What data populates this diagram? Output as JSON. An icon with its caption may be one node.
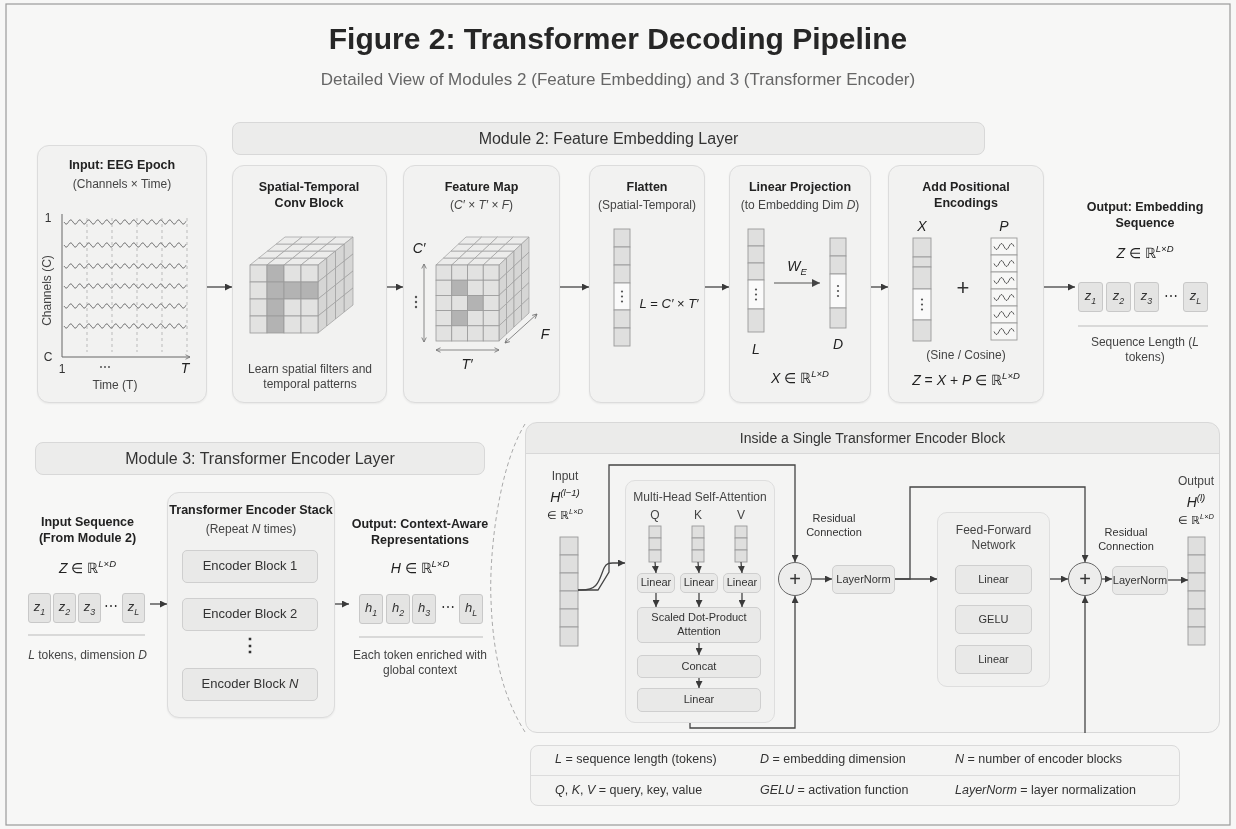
{
  "diagram": {
    "title": "Figure 2: Transformer Decoding Pipeline",
    "caption": "Detailed View of Modules 2 (Feature Embedding) and 3 (Transformer Encoder)",
    "nodes": [
      {
        "text": [
          "Module 2: Feature Embedding Layer"
        ]
      },
      {
        "text": [
          "Input: EEG Epoch",
          "(Channels × Time)",
          "Channels (C)",
          "1",
          "C",
          "1",
          "⋯",
          "T",
          "Time (T)"
        ]
      },
      {
        "text": [
          "Spatial-Temporal Conv Block",
          "Learn spatial filters and temporal patterns"
        ]
      },
      {
        "text": [
          "Feature Map",
          "(*C′* × *T′* × *F*)",
          "C′",
          "T′",
          "F"
        ]
      },
      {
        "text": [
          "Flatten",
          "(Spatial-Temporal)",
          "*L* = *C′* × *T′*"
        ]
      },
      {
        "text": [
          "Linear Projection",
          "(to Embedding Dim *D*)",
          "*W*$_{E}$",
          "L",
          "D",
          "*X* ∈ ℝ$^{L×D}$"
        ]
      },
      {
        "text": [
          "Add Positional Encodings",
          "X",
          "P",
          "+",
          "(Sine / Cosine)",
          "*Z* = *X* + *P* ∈ ℝ$^{L×D}$"
        ]
      },
      {
        "text": [
          "Output: Embedding Sequence",
          "*Z* ∈ ℝ$^{L×D}$",
          "Sequence Length (*L* tokens)"
        ]
      },
      {
        "text": [
          "*z*$_{1}$"
        ]
      },
      {
        "text": [
          "*z*$_{2}$"
        ]
      },
      {
        "text": [
          "*z*$_{3}$"
        ]
      },
      {
        "text": [
          "*z*$_{L}$"
        ]
      },
      {
        "text": [
          "Module 3: Transformer Encoder Layer"
        ]
      },
      {
        "text": [
          "Input Sequence (From Module 2)",
          "*Z* ∈ ℝ$^{L×D}$",
          "*L* tokens, dimension *D*"
        ]
      },
      {
        "text": [
          "*z*$_{1}$"
        ]
      },
      {
        "text": [
          "*z*$_{2}$"
        ]
      },
      {
        "text": [
          "*z*$_{3}$"
        ]
      },
      {
        "text": [
          "*z*$_{L}$"
        ]
      },
      {
        "text": [
          "Transformer Encoder Stack",
          "(Repeat *N* times)"
        ]
      },
      {
        "text": [
          "Encoder Block 1"
        ],
        "in": 18
      },
      {
        "text": [
          "Encoder Block 2"
        ],
        "in": 18
      },
      {
        "text": [
          "Encoder Block *N*"
        ],
        "in": 18
      },
      {
        "text": [
          "Output: Context-Aware Representations",
          "*H* ∈ ℝ$^{L×D}$",
          "Each token enriched with global context"
        ]
      },
      {
        "text": [
          "*h*$_{1}$"
        ]
      },
      {
        "text": [
          "*h*$_{2}$"
        ]
      },
      {
        "text": [
          "*h*$_{3}$"
        ]
      },
      {
        "text": [
          "*h*$_{L}$"
        ]
      },
      {
        "text": [
          "Inside a Single Transformer Encoder Block"
        ]
      },
      {
        "text": [
          "Input",
          "*H*$^{(l−1)}$",
          "∈ ℝ$^{L×D}$"
        ],
        "in": 27
      },
      {
        "text": [
          "Multi-Head Self-Attention"
        ],
        "in": 27
      },
      {
        "text": [
          "Q"
        ],
        "in": 29
      },
      {
        "text": [
          "K"
        ],
        "in": 29
      },
      {
        "text": [
          "V"
        ],
        "in": 29
      },
      {
        "text": [
          "Linear"
        ],
        "in": 29
      },
      {
        "text": [
          "Linear"
        ],
        "in": 29
      },
      {
        "text": [
          "Linear"
        ],
        "in": 29
      },
      {
        "text": [
          "Scaled Dot-Product Attention"
        ],
        "in": 29
      },
      {
        "text": [
          "Concat"
        ],
        "in": 29
      },
      {
        "text": [
          "Linear"
        ],
        "in": 29
      },
      {
        "text": [
          "+"
        ],
        "in": 27
      },
      {
        "text": [
          "LayerNorm"
        ],
        "in": 27
      },
      {
        "text": [
          "Feed-Forward Network"
        ],
        "in": 27
      },
      {
        "text": [
          "Linear"
        ],
        "in": 41
      },
      {
        "text": [
          "GELU"
        ],
        "in": 41
      },
      {
        "text": [
          "Linear"
        ],
        "in": 41
      },
      {
        "text": [
          "+"
        ],
        "in": 27
      },
      {
        "text": [
          "LayerNorm"
        ],
        "in": 27
      },
      {
        "text": [
          "Output",
          "*H*$^{(l)}$",
          "∈ ℝ$^{L×D}$"
        ],
        "in": 27
      },
      {
        "text": [
          "*L* = sequence length (tokens)",
          "*D* = embedding dimension",
          "*N* = number of encoder blocks",
          "*Q*, *K*, *V* = query, key, value",
          "*GELU* = activation function",
          "*LayerNorm* = layer normalization"
        ]
      }
    ],
    "edges": [
      {
        "from": 1,
        "to": 2,
        "arrow": "to"
      },
      {
        "from": 2,
        "to": 3,
        "arrow": "to"
      },
      {
        "from": 3,
        "to": 4,
        "arrow": "to"
      },
      {
        "from": 4,
        "to": 5,
        "arrow": "to"
      },
      {
        "from": 5,
        "to": 6,
        "arrow": "to"
      },
      {
        "from": 6,
        "to": 7,
        "arrow": "to"
      },
      {
        "from": 13,
        "to": 18,
        "arrow": "to"
      },
      {
        "from": 18,
        "to": 22,
        "arrow": "to"
      },
      {
        "from": 28,
        "to": 29,
        "arrow": "to"
      },
      {
        "from": 28,
        "to": 39,
        "arrow": "to"
      },
      {
        "from": 29,
        "to": 39,
        "arrow": "to"
      },
      {
        "from": 39,
        "to": 40,
        "arrow": "to"
      },
      {
        "from": 40,
        "to": 41,
        "arrow": "to"
      },
      {
        "from": 40,
        "to": 45,
        "arrow": "to"
      },
      {
        "from": 41,
        "to": 45,
        "arrow": "to"
      },
      {
        "from": null,
        "to": 45,
        "arrow": "to"
      },
      {
        "from": 45,
        "to": 46,
        "arrow": "to"
      },
      {
        "from": 46,
        "to": 47,
        "arrow": "to"
      },
      {
        "from": 30,
        "to": 33,
        "arrow": "to"
      },
      {
        "from": 31,
        "to": 34,
        "arrow": "to"
      },
      {
        "from": 32,
        "to": 35,
        "arrow": "to"
      },
      {
        "from": 33,
        "to": 36,
        "arrow": "to"
      },
      {
        "from": 34,
        "to": 36,
        "arrow": "to"
      },
      {
        "from": 35,
        "to": 36,
        "arrow": "to"
      },
      {
        "from": 36,
        "to": 37,
        "arrow": "to"
      },
      {
        "from": 37,
        "to": 38,
        "arrow": "to"
      }
    ],
    "labels": [
      "⋯",
      "⋯",
      "⋯",
      "⋮",
      "Residual Connection",
      "Residual Connection"
    ]
  }
}
